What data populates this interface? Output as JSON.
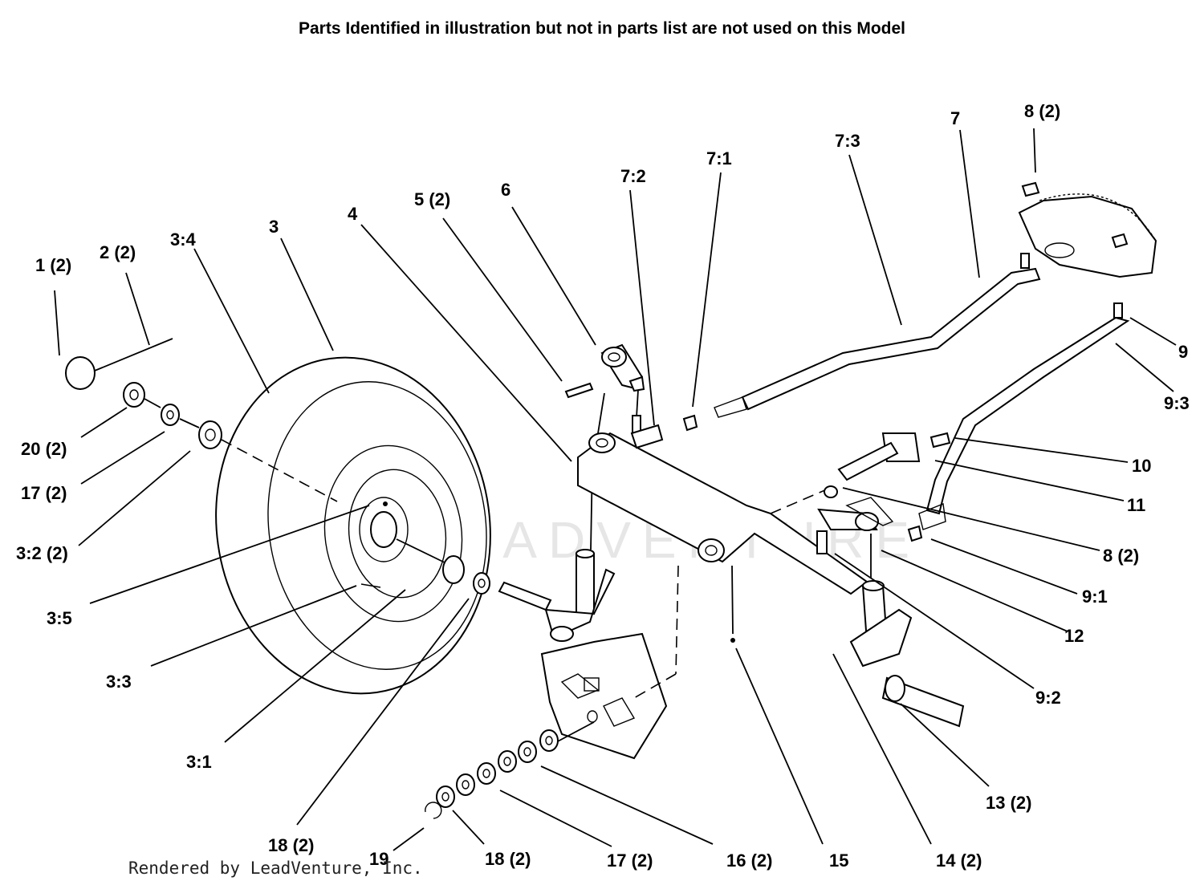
{
  "header_note": "Parts Identified  in illustration but not in parts list are not used on this Model",
  "footer_credit": "Rendered by LeadVenture, Inc.",
  "watermark": "LEADVENTURE",
  "callouts": [
    {
      "id": "c1",
      "label": "1 (2)"
    },
    {
      "id": "c2",
      "label": "2 (2)"
    },
    {
      "id": "c34",
      "label": "3:4"
    },
    {
      "id": "c3",
      "label": "3"
    },
    {
      "id": "c4",
      "label": "4"
    },
    {
      "id": "c5",
      "label": "5 (2)"
    },
    {
      "id": "c6",
      "label": "6"
    },
    {
      "id": "c72",
      "label": "7:2"
    },
    {
      "id": "c71",
      "label": "7:1"
    },
    {
      "id": "c73",
      "label": "7:3"
    },
    {
      "id": "c7",
      "label": "7"
    },
    {
      "id": "c8a",
      "label": "8 (2)"
    },
    {
      "id": "c9",
      "label": "9"
    },
    {
      "id": "c93",
      "label": "9:3"
    },
    {
      "id": "c10",
      "label": "10"
    },
    {
      "id": "c11",
      "label": "11"
    },
    {
      "id": "c8b",
      "label": "8 (2)"
    },
    {
      "id": "c91",
      "label": "9:1"
    },
    {
      "id": "c12",
      "label": "12"
    },
    {
      "id": "c92",
      "label": "9:2"
    },
    {
      "id": "c20",
      "label": "20 (2)"
    },
    {
      "id": "c17a",
      "label": "17 (2)"
    },
    {
      "id": "c32",
      "label": "3:2 (2)"
    },
    {
      "id": "c35",
      "label": "3:5"
    },
    {
      "id": "c33",
      "label": "3:3"
    },
    {
      "id": "c31",
      "label": "3:1"
    },
    {
      "id": "c18a",
      "label": "18 (2)"
    },
    {
      "id": "c19",
      "label": "19"
    },
    {
      "id": "c18b",
      "label": "18 (2)"
    },
    {
      "id": "c17b",
      "label": "17 (2)"
    },
    {
      "id": "c16",
      "label": "16 (2)"
    },
    {
      "id": "c15",
      "label": "15"
    },
    {
      "id": "c14",
      "label": "14 (2)"
    },
    {
      "id": "c13",
      "label": "13 (2)"
    }
  ]
}
